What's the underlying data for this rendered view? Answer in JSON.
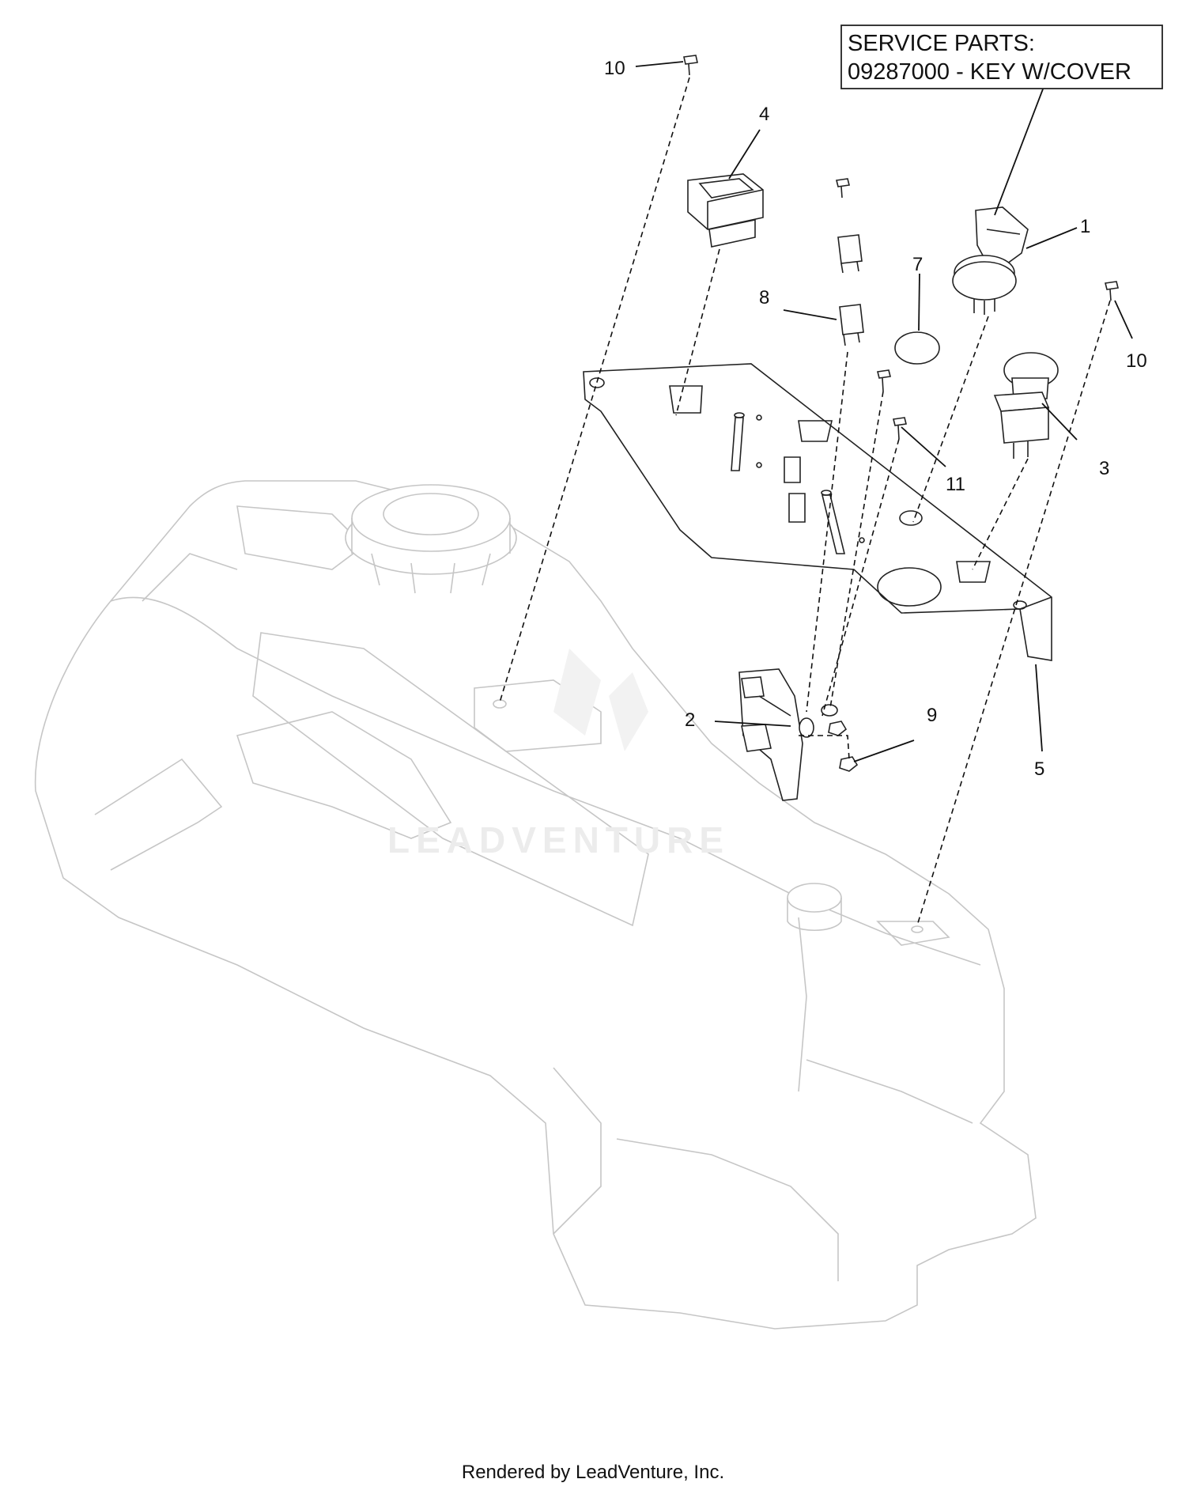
{
  "service_box": {
    "line1": "SERVICE PARTS:",
    "line2": "09287000 - KEY W/COVER"
  },
  "callouts": {
    "c1": "1",
    "c2": "2",
    "c3": "3",
    "c4": "4",
    "c5": "5",
    "c7": "7",
    "c8": "8",
    "c9": "9",
    "c10a": "10",
    "c10b": "10",
    "c11": "11"
  },
  "watermark": "LEADVENTURE",
  "footer": "Rendered by LeadVenture, Inc."
}
